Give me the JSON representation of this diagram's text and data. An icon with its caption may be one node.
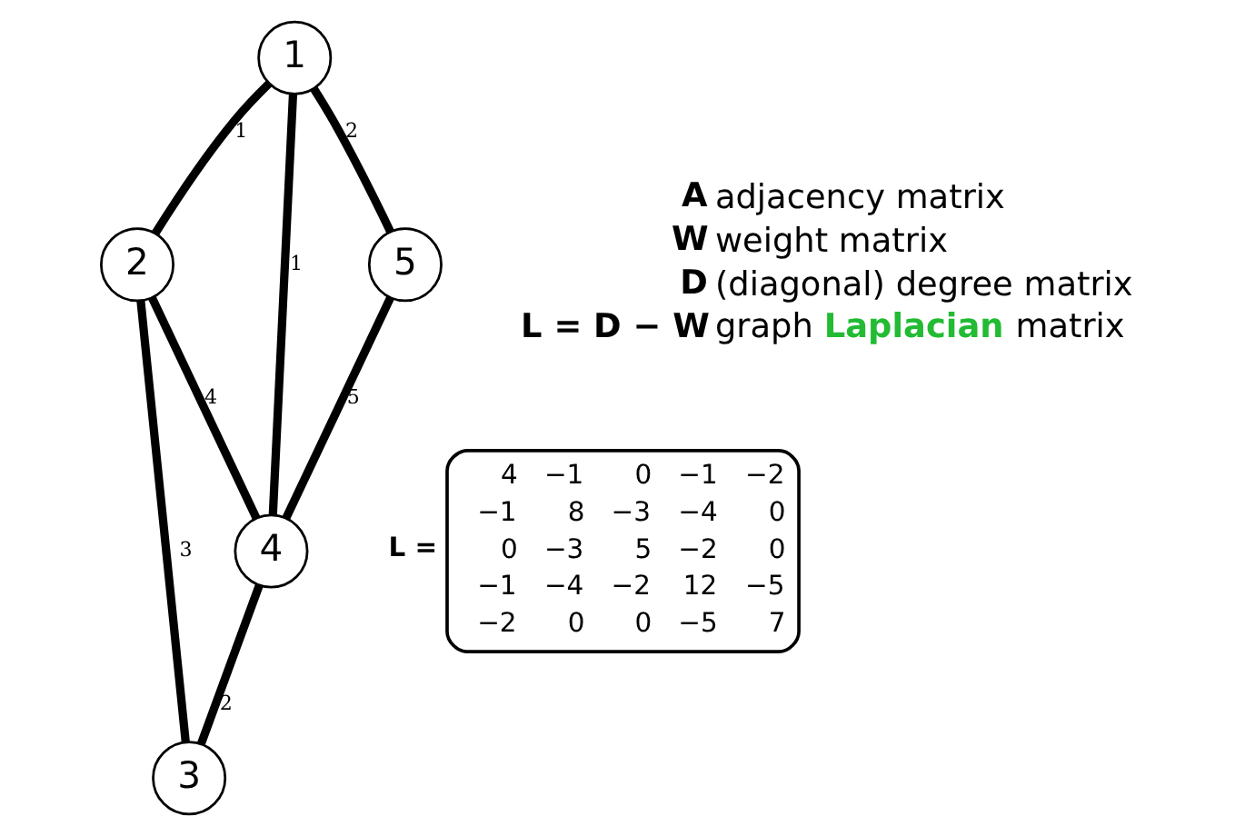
{
  "diagram": {
    "nodes": [
      {
        "text": [
          "1"
        ]
      },
      {
        "text": [
          "2"
        ]
      },
      {
        "text": [
          "3"
        ]
      },
      {
        "text": [
          "4"
        ]
      },
      {
        "text": [
          "5"
        ]
      }
    ],
    "edges": [
      {
        "from": 0,
        "to": 4,
        "arrow": "none",
        "label": "2"
      },
      {
        "from": 4,
        "to": 3,
        "arrow": "none",
        "label": "5"
      },
      {
        "from": 0,
        "to": 3,
        "arrow": "none",
        "label": "1"
      },
      {
        "from": 0,
        "to": 1,
        "arrow": "none",
        "label": "1"
      },
      {
        "from": 1,
        "to": 3,
        "arrow": "none",
        "label": "4"
      },
      {
        "from": 3,
        "to": 2,
        "arrow": "none",
        "label": "2"
      },
      {
        "from": 1,
        "to": 2,
        "arrow": "none",
        "label": "3"
      }
    ],
    "labels": [
      "A",
      "adjacency matrix",
      "W",
      "weight matrix",
      "D",
      "(diagonal) degree matrix",
      "L = D − W",
      "graph **Laplacian** matrix",
      "L =",
      "4",
      "−1",
      "0",
      "−1",
      "−2",
      "−1",
      "8",
      "−3",
      "−4",
      "0",
      "0",
      "−3",
      "5",
      "−2",
      "0",
      "−1",
      "−4",
      "−2",
      "12",
      "−5",
      "−2",
      "0",
      "0",
      "−5",
      "7"
    ]
  }
}
